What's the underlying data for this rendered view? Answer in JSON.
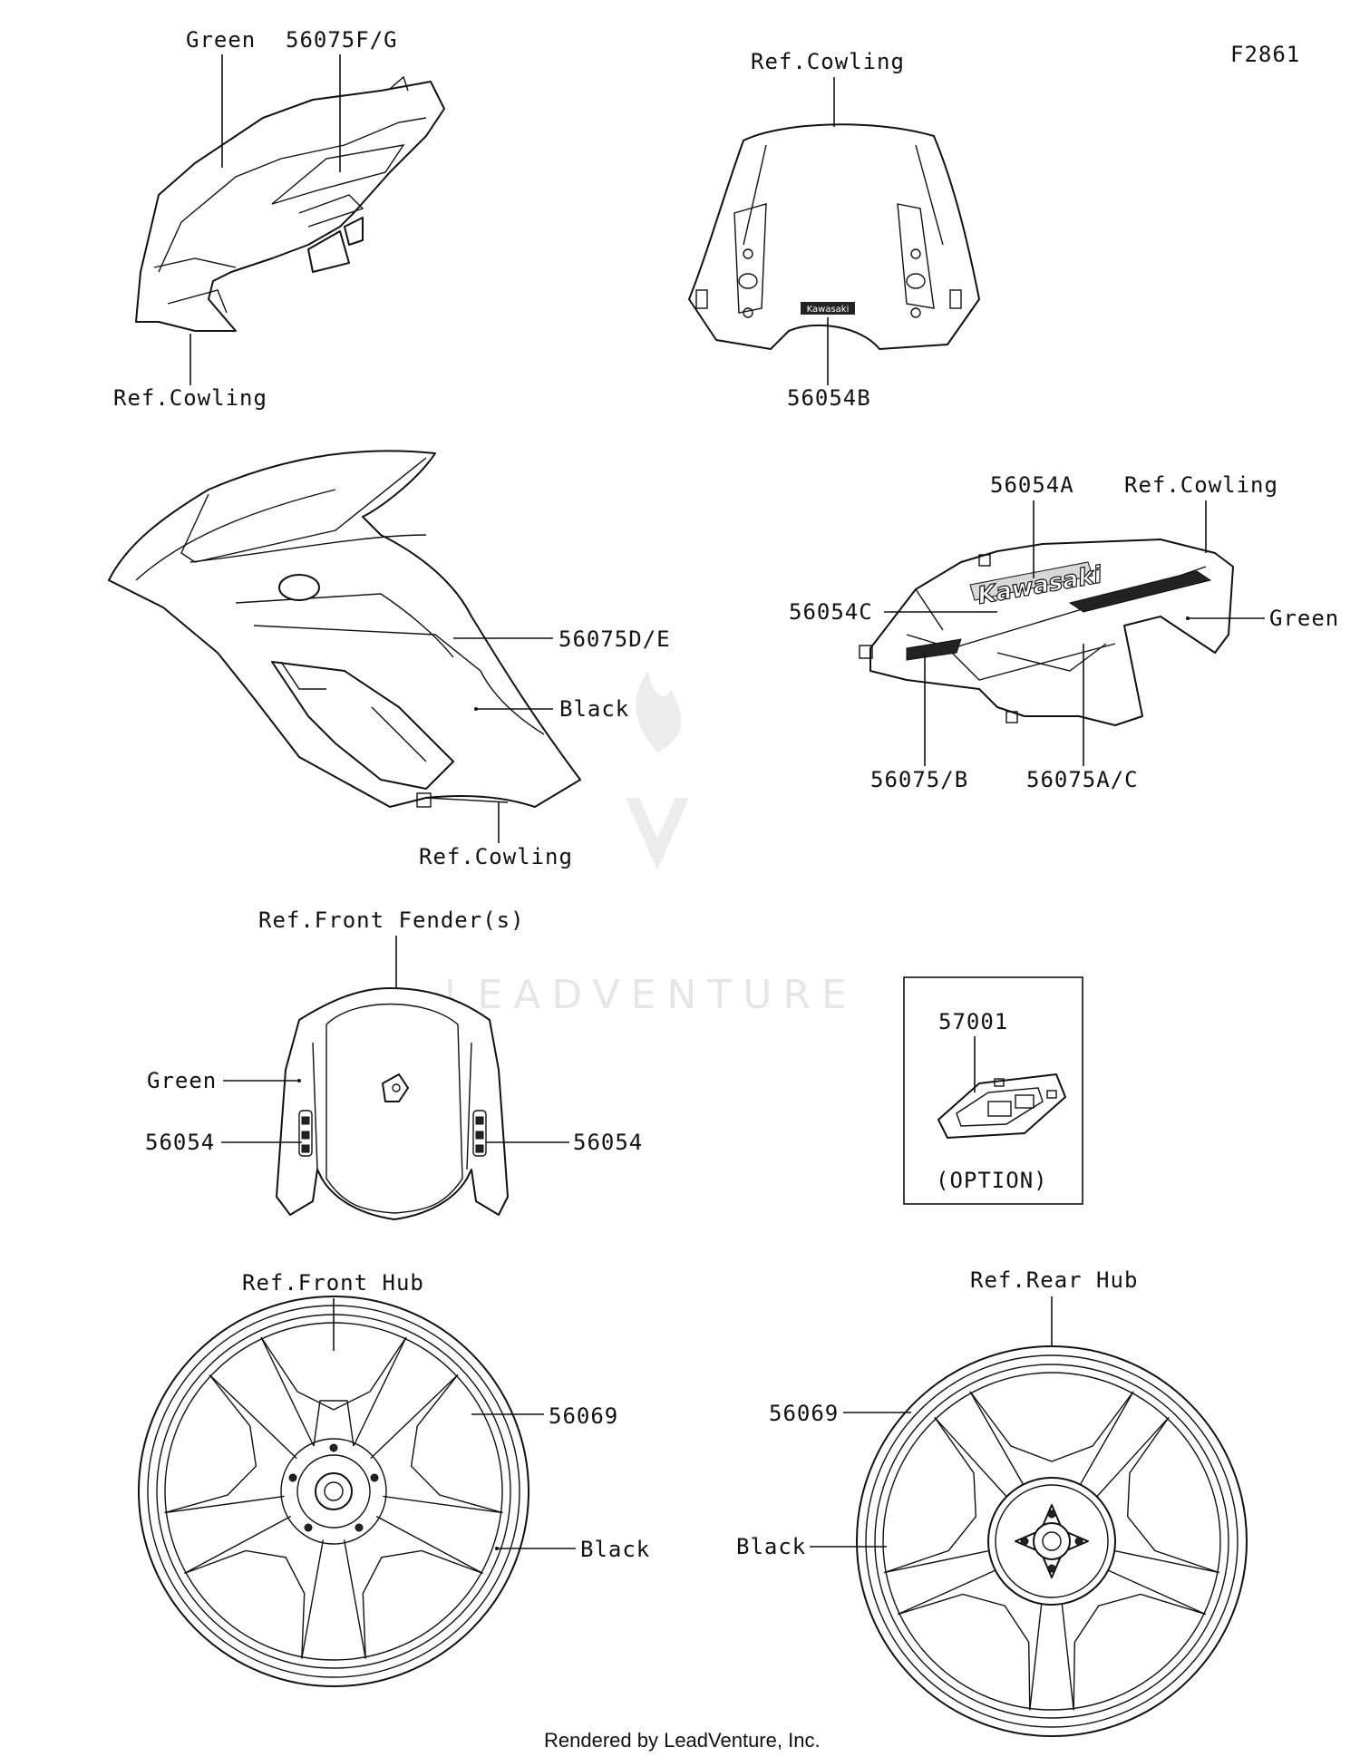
{
  "figure_id": "F2861",
  "watermark": "LEADVENTURE",
  "footer": "Rendered by LeadVenture, Inc.",
  "sections": {
    "upper_left_cowl": {
      "labels": [
        "Green",
        "56075F/G",
        "Ref.Cowling"
      ]
    },
    "windshield": {
      "labels": [
        "Ref.Cowling",
        "56054B"
      ],
      "decal_text": "Kawasaki"
    },
    "middle_left_cowl": {
      "labels": [
        "56075D/E",
        "Black",
        "Ref.Cowling"
      ]
    },
    "middle_right_cowl": {
      "labels": [
        "56054A",
        "Ref.Cowling",
        "56054C",
        "Green",
        "56075/B",
        "56075A/C"
      ],
      "decal_text": "Kawasaki"
    },
    "front_fender": {
      "labels": [
        "Ref.Front Fender(s)",
        "Green",
        "56054",
        "56054"
      ]
    },
    "option_box": {
      "part": "57001",
      "note": "(OPTION)"
    },
    "front_wheel": {
      "labels": [
        "Ref.Front Hub",
        "56069",
        "Black"
      ]
    },
    "rear_wheel": {
      "labels": [
        "Ref.Rear Hub",
        "56069",
        "Black"
      ]
    }
  }
}
